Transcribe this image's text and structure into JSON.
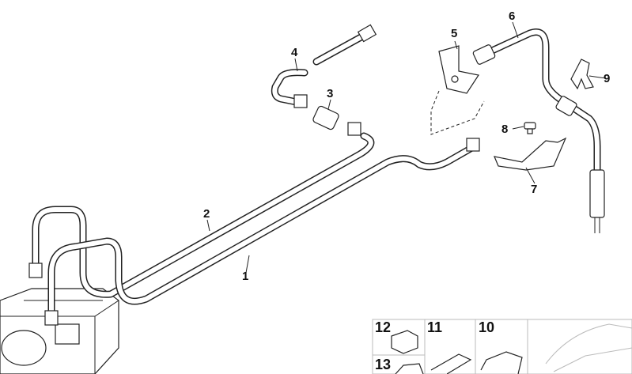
{
  "callouts": [
    {
      "id": "1",
      "text": "1"
    },
    {
      "id": "2",
      "text": "2"
    },
    {
      "id": "3",
      "text": "3"
    },
    {
      "id": "4",
      "text": "4"
    },
    {
      "id": "5",
      "text": "5"
    },
    {
      "id": "6",
      "text": "6"
    },
    {
      "id": "7",
      "text": "7"
    },
    {
      "id": "8",
      "text": "8"
    },
    {
      "id": "9",
      "text": "9"
    }
  ],
  "inset": {
    "labels": [
      "12",
      "11",
      "10",
      "13"
    ]
  }
}
